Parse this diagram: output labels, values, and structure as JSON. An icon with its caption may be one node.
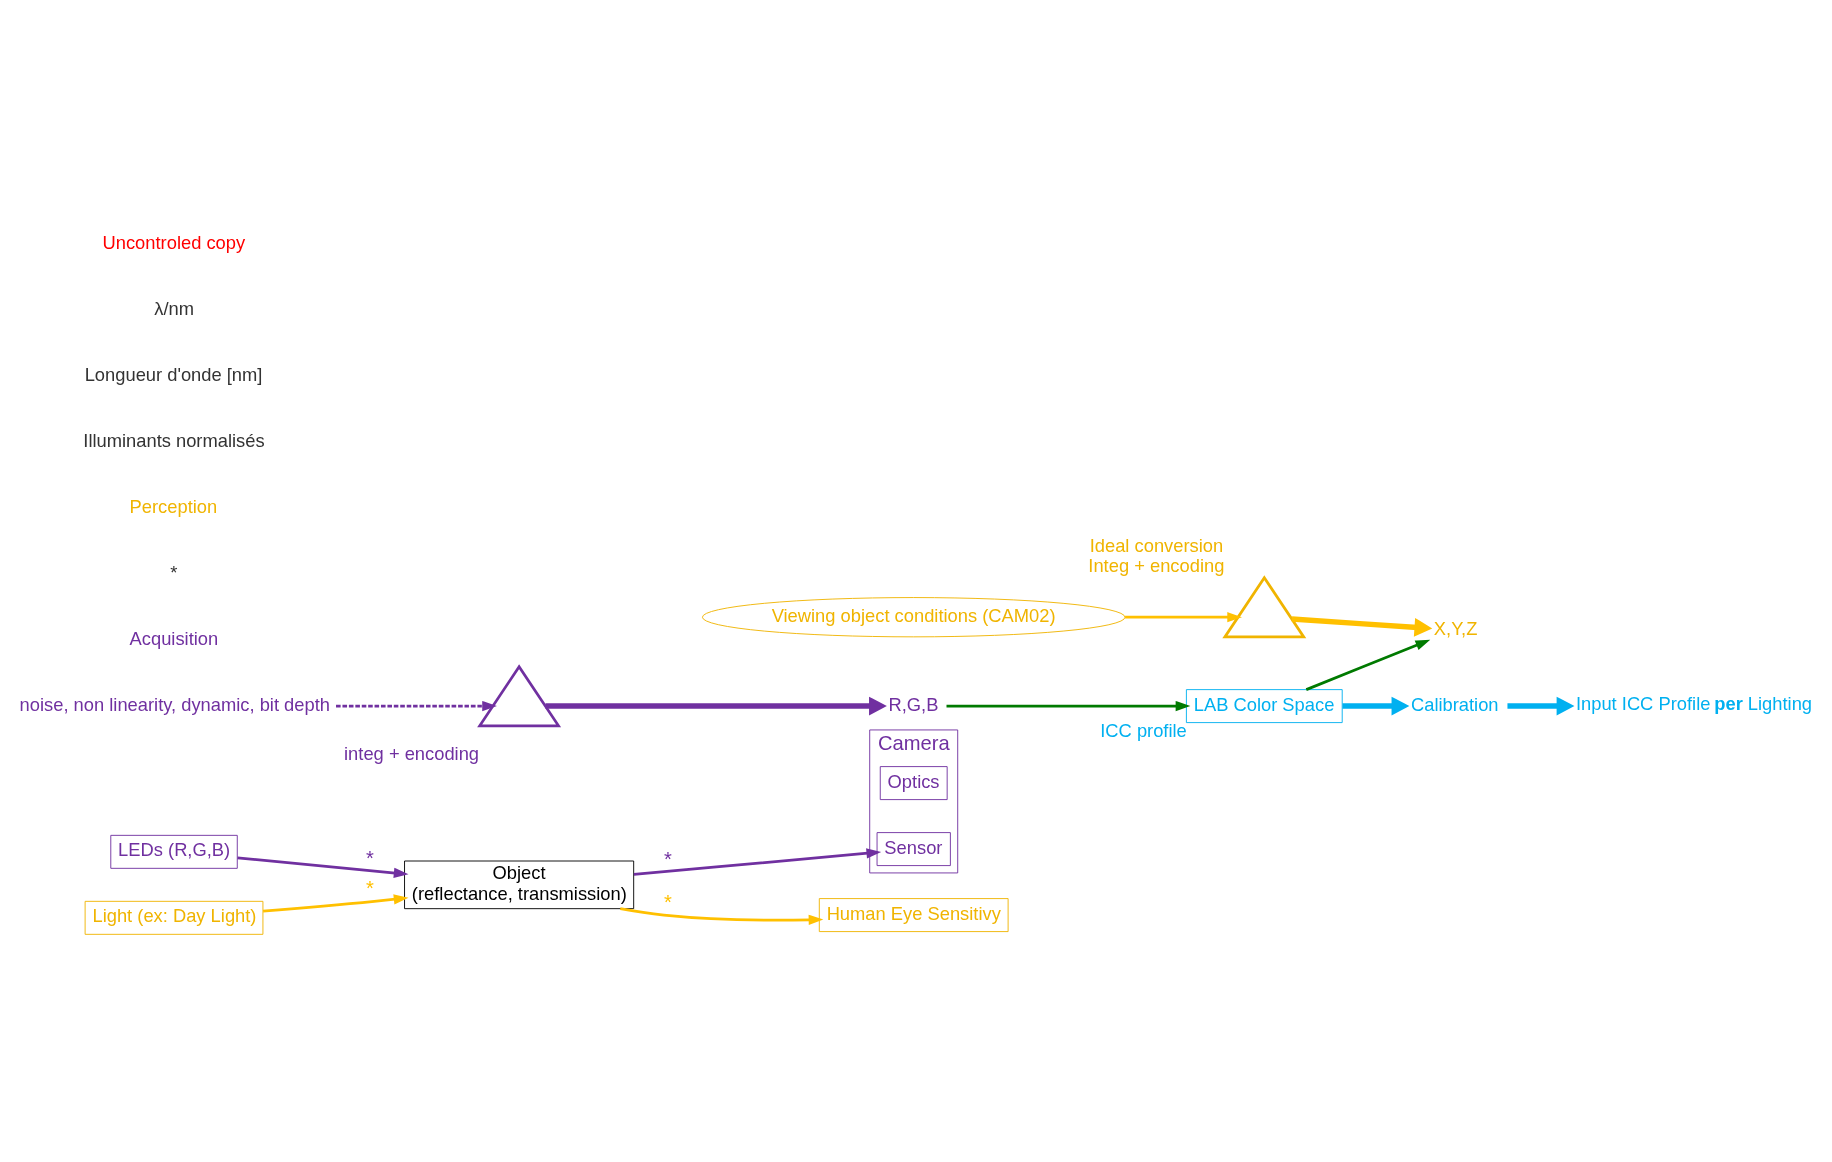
{
  "diagram": {
    "nodes": [
      {
        "text": [
          "Camera"
        ]
      },
      {
        "text": [
          "Optics"
        ],
        "in": 0
      },
      {
        "text": [
          "Sensor"
        ],
        "in": 0
      },
      {
        "text": [
          "LEDs (R,G,B)"
        ]
      },
      {
        "text": [
          "Object",
          "(reflectance, transmission)"
        ]
      },
      {
        "text": [
          "Light (ex: Day Light)"
        ]
      },
      {
        "text": [
          "Human Eye Sensitivy"
        ]
      },
      {
        "text": [],
        "shape": "triangle",
        "beside": [
          "integ + encoding"
        ]
      },
      {
        "text": [
          "R,G,B"
        ]
      },
      {
        "text": [
          "LAB Color Space"
        ],
        "beside": [
          "ICC profile"
        ]
      },
      {
        "text": [
          "Calibration"
        ]
      },
      {
        "text": [
          "Input ICC Profile **per** Lighting"
        ]
      },
      {
        "text": [],
        "shape": "triangle",
        "beside": [
          "Ideal conversion",
          "Integ + encoding"
        ]
      },
      {
        "text": [
          "X,Y,Z"
        ]
      },
      {
        "text": [
          "Viewing object conditions (CAM02)"
        ]
      },
      {
        "text": [
          "noise, non linearity, dynamic, bit depth"
        ]
      }
    ],
    "edges": [
      {
        "from": 3,
        "to": 4,
        "arrow": "to",
        "label": "*",
        "color": "#7030a0"
      },
      {
        "from": 4,
        "to": 2,
        "arrow": "to",
        "label": "*",
        "color": "#7030a0"
      },
      {
        "from": 5,
        "to": 4,
        "arrow": "to",
        "label": "*",
        "color": "#ffc000"
      },
      {
        "from": 4,
        "to": 6,
        "arrow": "to",
        "label": "*",
        "color": "#ffc000"
      },
      {
        "from": 15,
        "to": 7,
        "arrow": "to",
        "style": "dashed",
        "color": "#7030a0"
      },
      {
        "from": 7,
        "to": 8,
        "arrow": "to",
        "style": "thick",
        "color": "#7030a0"
      },
      {
        "from": 8,
        "to": 9,
        "arrow": "to",
        "color": "#007a00"
      },
      {
        "from": 9,
        "to": 13,
        "arrow": "to",
        "color": "#007a00"
      },
      {
        "from": 9,
        "to": 10,
        "arrow": "to",
        "style": "thick",
        "color": "#00b0f0"
      },
      {
        "from": 10,
        "to": 11,
        "arrow": "to",
        "style": "thick",
        "color": "#00b0f0"
      },
      {
        "from": 12,
        "to": 13,
        "arrow": "to",
        "style": "thick",
        "color": "#ffc000"
      },
      {
        "from": 14,
        "to": 12,
        "arrow": "to",
        "color": "#ffc000"
      }
    ],
    "labels": [
      "Acquisition",
      "*",
      "Perception",
      "Illuminants normalisés",
      "Longueur d'onde [nm]",
      "λ/nm",
      "Uncontroled copy"
    ]
  }
}
